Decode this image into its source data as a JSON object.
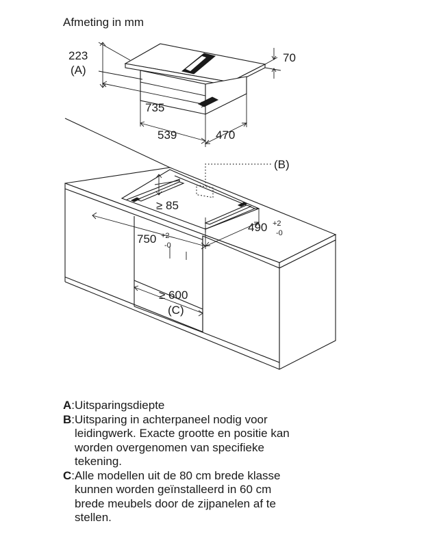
{
  "title": "Afmeting in mm",
  "dimensions": {
    "d223": "223",
    "labelA": "(A)",
    "d70": "70",
    "d735": "735",
    "d539": "539",
    "d470": "470",
    "labelB": "(B)",
    "d85": "≥ 85",
    "d490": "490",
    "d490_sup": "+2",
    "d490_sub": "-0",
    "d750": "750",
    "d750_sup": "+2",
    "d750_sub": "-0",
    "d600": "≥ 600",
    "labelC": "(C)"
  },
  "legend": [
    {
      "key": "A",
      "text": "Uitsparingsdiepte"
    },
    {
      "key": "B",
      "text": "Uitsparing in achterpaneel nodig voor\nleidingwerk. Exacte grootte en positie kan\nworden overgenomen van specifieke\ntekening."
    },
    {
      "key": "C",
      "text": "Alle modellen uit de 80 cm brede klasse\nkunnen worden geïnstalleerd in 60 cm\nbrede meubels door de zijpanelen af te\nstellen."
    }
  ]
}
